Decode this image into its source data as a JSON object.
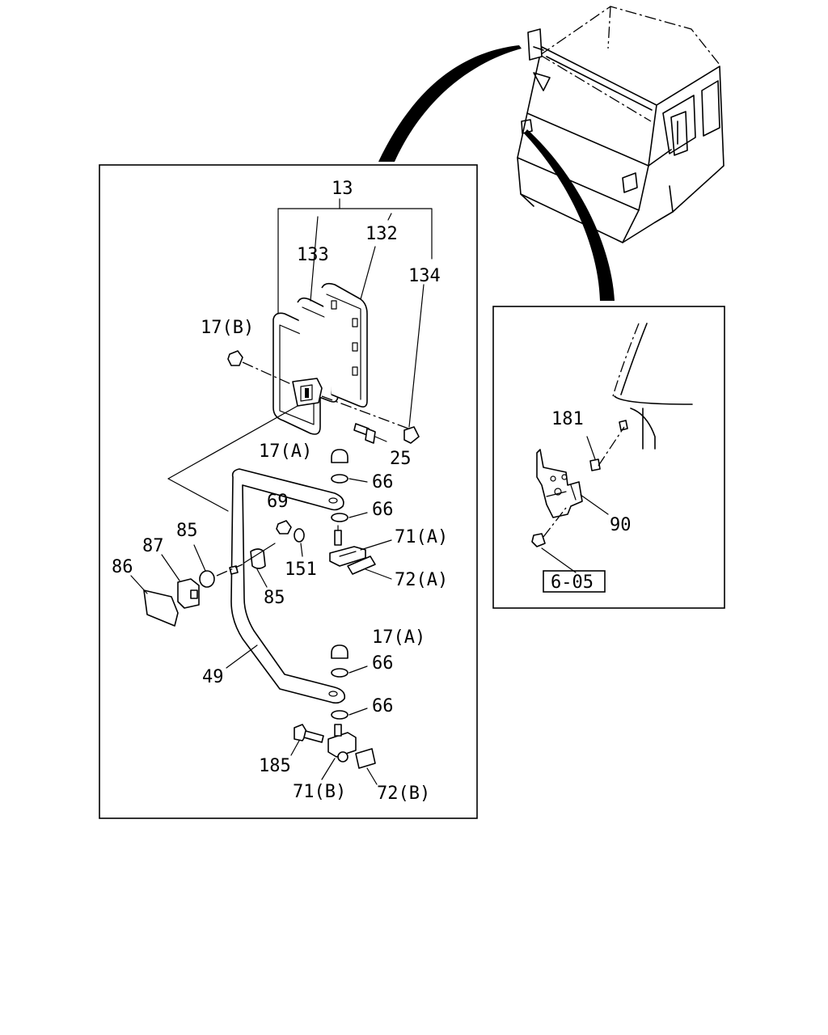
{
  "labels": {
    "l13": "13",
    "l132": "132",
    "l133": "133",
    "l134": "134",
    "l17b": "17(B)",
    "l25": "25",
    "l17a1": "17(A)",
    "l66a": "66",
    "l66b": "66",
    "l69": "69",
    "l71a": "71(A)",
    "l151": "151",
    "l72a": "72(A)",
    "l85a": "85",
    "l85b": "85",
    "l87": "87",
    "l86": "86",
    "l17a2": "17(A)",
    "l66c": "66",
    "l49": "49",
    "l66d": "66",
    "l185": "185",
    "l71b": "71(B)",
    "l72b": "72(B)",
    "l181": "181",
    "l90": "90",
    "ref605": "6-05"
  }
}
